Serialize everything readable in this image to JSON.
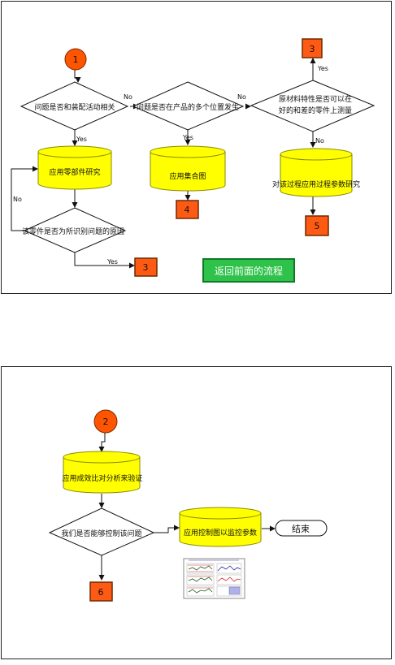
{
  "panel1": {
    "start_connector": "1",
    "decision_assembly": "问题是否和装配活动相关",
    "decision_positions": "问题是否在产品的多个位置发生",
    "decision_material": "原材料特性是否可以在好的和差的零件上测量",
    "decision_material_line1": "原材料特性是否可以在",
    "decision_material_line2": "好的和差的零件上测量",
    "process_component": "应用零部件研究",
    "process_concentration": "应用集合图",
    "process_parameter": "对该过程应用过程参数研究",
    "decision_root_cause": "该零件是否为所识别问题的原因",
    "connector_3_top": "3",
    "connector_4": "4",
    "connector_5": "5",
    "connector_3_bottom": "3",
    "label_no_1": "No",
    "label_no_2": "No",
    "label_no_3": "No",
    "label_no_4": "No",
    "label_yes_1": "Yes",
    "label_yes_2": "Yes",
    "label_yes_3": "Yes",
    "label_yes_4": "Yes",
    "back_button": "返回前面的流程"
  },
  "panel2": {
    "start_connector": "2",
    "process_verify": "应用成效比对分析来验证",
    "decision_control": "我们是否能够控制该问题",
    "process_control_chart": "应用控制图以监控参数",
    "end_terminal": "结束",
    "connector_6": "6"
  },
  "colors": {
    "connector_fill": "#ff5500",
    "connector_stroke": "#7a2a00",
    "offpage_fill": "#ff5a14",
    "process_fill": "#ffff00",
    "process_stroke": "#8a8a00",
    "back_button_fill": "#2ec24a"
  }
}
